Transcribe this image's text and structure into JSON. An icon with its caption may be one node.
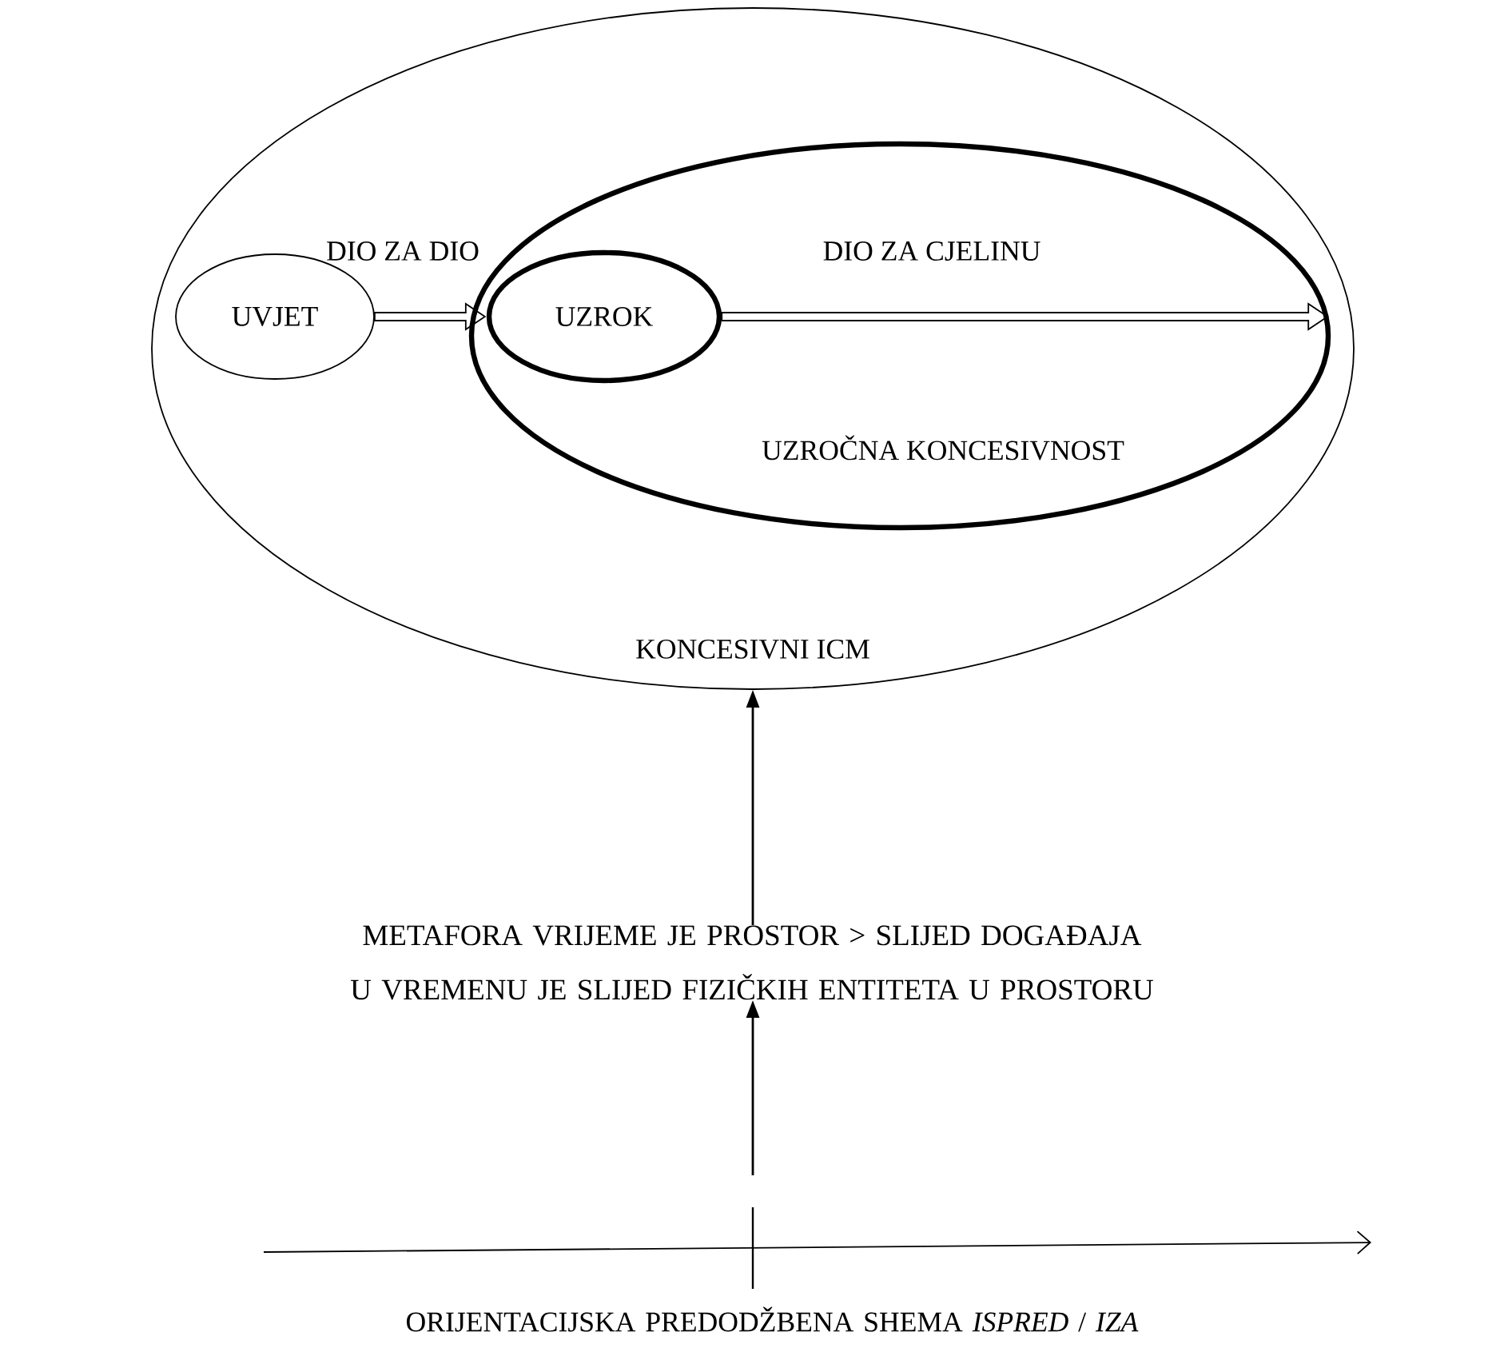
{
  "diagram": {
    "nodes": [
      {
        "text": [
          "KONCESIVNI ICM"
        ]
      },
      {
        "text": [
          "UVJET"
        ],
        "in": 0
      },
      {
        "text": [
          "UZROČNA KONCESIVNOST"
        ],
        "in": 0
      },
      {
        "text": [
          "UZROK"
        ],
        "in": 2
      },
      {
        "text": [
          "METAFORA VRIJEME JE PROSTOR > SLIJED DOGAĐAJA U VREMENU JE SLIJED FIZIČKIH ENTITETA U PROSTORU"
        ]
      },
      {
        "text": [
          "ORIJENTACIJSKA PREDODŽBENA SHEMA *ISPRED* / *IZA*"
        ]
      }
    ],
    "edges": [
      {
        "from": 1,
        "to": 3,
        "arrow": "to",
        "label": "DIO ZA DIO",
        "style": "thick"
      },
      {
        "from": 3,
        "to": 2,
        "arrow": "to",
        "label": "DIO ZA CJELINU",
        "style": "thick"
      },
      {
        "from": 4,
        "to": 0,
        "arrow": "to"
      },
      {
        "from": 5,
        "to": 4,
        "arrow": "to"
      }
    ]
  }
}
